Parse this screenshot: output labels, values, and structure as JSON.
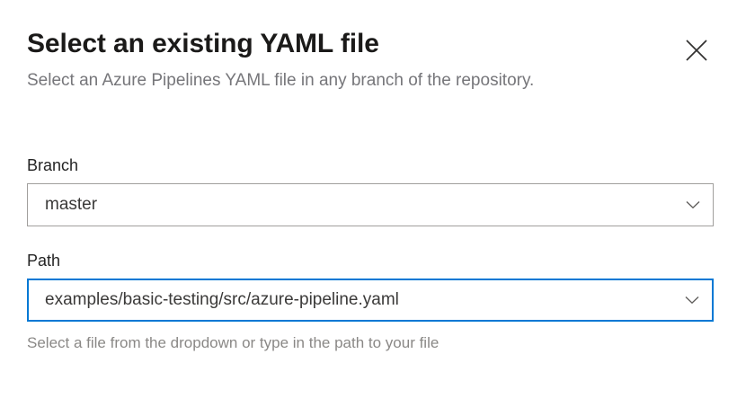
{
  "dialog": {
    "title": "Select an existing YAML file",
    "subtitle": "Select an Azure Pipelines YAML file in any branch of the repository.",
    "close_icon": "close-icon"
  },
  "colors": {
    "accent": "#0078d4",
    "border_rest": "#a19f9d",
    "title_text": "#1b1a19",
    "secondary_text": "#76767a",
    "help_text": "#8a8886",
    "background": "#ffffff"
  },
  "form": {
    "fields": [
      {
        "label": "Branch",
        "value": "master",
        "placeholder": "",
        "chevron_icon": "chevron-down-icon",
        "focused": false,
        "help": ""
      },
      {
        "label": "Path",
        "value": "examples/basic-testing/src/azure-pipeline.yaml",
        "placeholder": "",
        "chevron_icon": "chevron-down-icon",
        "focused": true,
        "help": "Select a file from the dropdown or type in the path to your file"
      }
    ]
  }
}
